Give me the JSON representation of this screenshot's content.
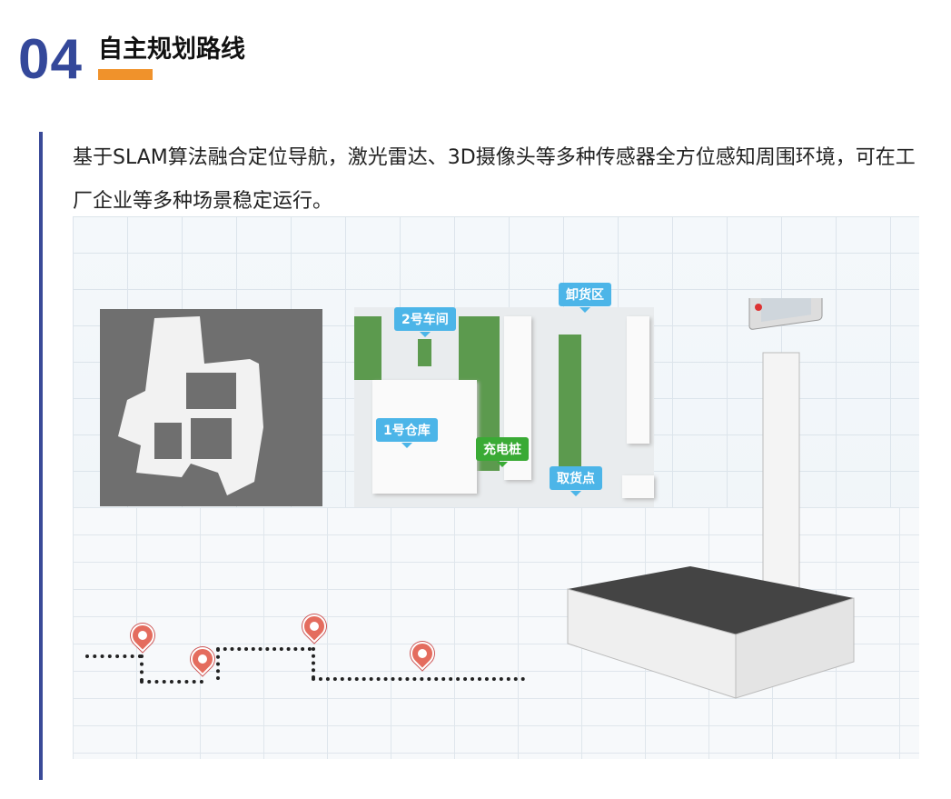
{
  "header": {
    "number": "04",
    "title": "自主规划路线"
  },
  "description": "基于SLAM算法融合定位导航，激光雷达、3D摄像头等多种传感器全方位感知周围环境，可在工厂企业等多种场景稳定运行。",
  "map_labels": {
    "workshop2": "2号车间",
    "unloading": "卸货区",
    "warehouse1": "1号仓库",
    "charging": "充电桩",
    "pickup": "取货点"
  },
  "colors": {
    "accent_blue": "#34489a",
    "accent_orange": "#f0922b",
    "label_blue": "#4cb5e8",
    "label_green": "#3aaa35"
  }
}
